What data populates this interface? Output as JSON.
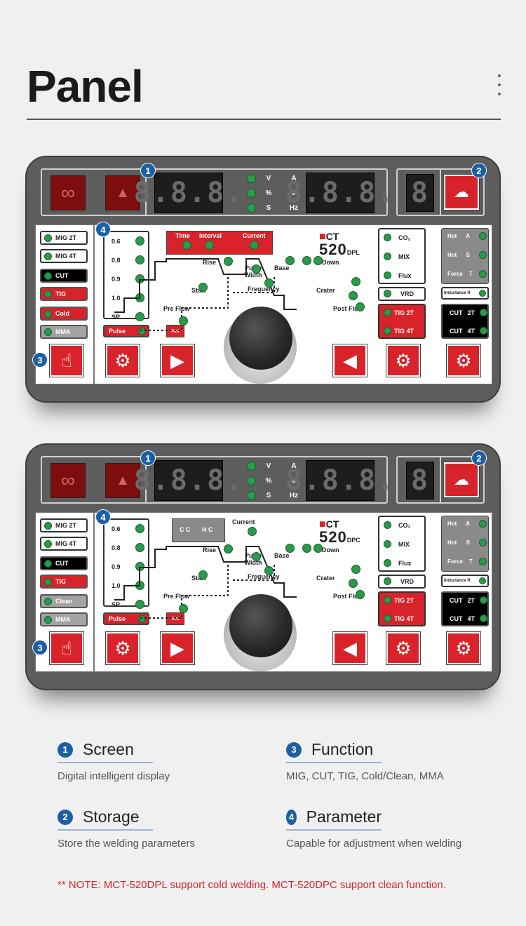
{
  "header": {
    "title": "Panel"
  },
  "colors": {
    "accent_red": "#d8232a",
    "led_green": "#2a9a4b",
    "badge_blue": "#1d5fa5"
  },
  "panel_top": {
    "display_values": [
      "8.8.8.",
      "8.8.8."
    ],
    "small_display": "8",
    "unit_labels": [
      "V",
      "A",
      "%",
      "ϑ",
      "S",
      "Hz"
    ],
    "modes": [
      "MIG 2T",
      "MIG 4T",
      "CUT",
      "TIG",
      "Cold",
      "MMA"
    ],
    "sizes": [
      "0.6",
      "0.8",
      "0.9",
      "1.0",
      "SP"
    ],
    "pulse": "Pulse",
    "hot": "Hot",
    "brand_prefix": "CT",
    "brand_number": "520",
    "brand_suffix": "DPL",
    "time_label": "Time",
    "interval_label": "Interval",
    "current_label": "Current",
    "rise": "Rise",
    "start": "Start",
    "pre_flow": "Pre Flow",
    "pulse_width": "Pulse Width",
    "base": "Base",
    "frequency": "Frequency",
    "down": "Down",
    "crater": "Crater",
    "post_flow": "Post Flow",
    "gas": [
      "CO₂",
      "MIX",
      "Flux"
    ],
    "vrd": "VRD",
    "tig_modes": [
      "TIG 2T",
      "TIG 4T"
    ],
    "hot_settings": [
      [
        "Hot",
        "A"
      ],
      [
        "Hot",
        "S"
      ],
      [
        "Force",
        "T"
      ]
    ],
    "inductance": "Inductance R",
    "cut_modes": [
      [
        "CUT",
        "2T"
      ],
      [
        "CUT",
        "4T"
      ]
    ]
  },
  "panel_bottom": {
    "display_values": [
      "8.8.8.",
      "8.8.8."
    ],
    "small_display": "8",
    "unit_labels": [
      "V",
      "A",
      "%",
      "ϑ",
      "S",
      "Hz"
    ],
    "modes": [
      "MIG 2T",
      "MIG 4T",
      "CUT",
      "TIG",
      "Clean",
      "MMA"
    ],
    "sizes": [
      "0.6",
      "0.8",
      "0.9",
      "1.0",
      "SP"
    ],
    "pulse": "Pulse",
    "hot": "Hot",
    "brand_prefix": "CT",
    "brand_number": "520",
    "brand_suffix": "DPC",
    "cc_label": "C C",
    "hc_label": "H C",
    "current_label": "Current",
    "rise": "Rise",
    "start": "Start",
    "pre_flow": "Pre Flow",
    "pulse_width": "Pulse Width",
    "base": "Base",
    "frequency": "Frequency",
    "down": "Down",
    "crater": "Crater",
    "post_flow": "Post Flow",
    "gas": [
      "CO₂",
      "MIX",
      "Flux"
    ],
    "vrd": "VRD",
    "tig_modes": [
      "TIG 2T",
      "TIG 4T"
    ],
    "hot_settings": [
      [
        "Hot",
        "A"
      ],
      [
        "Hot",
        "S"
      ],
      [
        "Force",
        "T"
      ]
    ],
    "inductance": "Inductance R",
    "cut_modes": [
      [
        "CUT",
        "2T"
      ],
      [
        "CUT",
        "4T"
      ]
    ]
  },
  "badges": [
    "1",
    "2",
    "3",
    "4"
  ],
  "legend": [
    {
      "num": "1",
      "title": "Screen",
      "desc": "Digital intelligent display"
    },
    {
      "num": "3",
      "title": "Function",
      "desc": "MIG, CUT, TIG, Cold/Clean, MMA"
    },
    {
      "num": "2",
      "title": "Storage",
      "desc": "Store the welding parameters"
    },
    {
      "num": "4",
      "title": "Parameter",
      "desc": "Capable for adjustment when welding"
    }
  ],
  "note": "** NOTE: MCT-520DPL support cold welding. MCT-520DPC support clean function."
}
